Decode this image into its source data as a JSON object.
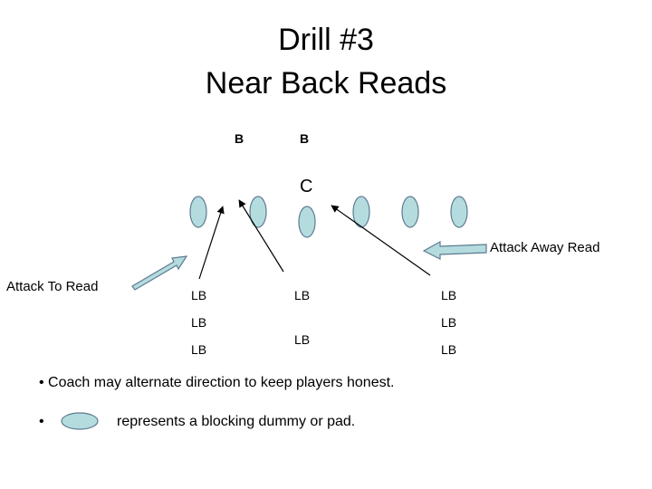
{
  "title": {
    "line1": "Drill #3",
    "line2": "Near Back Reads"
  },
  "backs": [
    "B",
    "B"
  ],
  "center_label": "C",
  "labels": {
    "attack_to": "Attack To Read",
    "attack_away": "Attack Away Read"
  },
  "linebackers": {
    "left": [
      "LB",
      "LB",
      "LB"
    ],
    "middle": [
      "LB",
      "LB"
    ],
    "right": [
      "LB",
      "LB",
      "LB"
    ]
  },
  "notes": {
    "note1": "• Coach may alternate direction to keep players honest.",
    "bullet2": "•",
    "note2": "represents a blocking dummy or pad."
  },
  "colors": {
    "dummy_fill": "#b4dcdf",
    "dummy_stroke": "#5e7a90",
    "block_arrow_fill": "#b4dcdf"
  }
}
